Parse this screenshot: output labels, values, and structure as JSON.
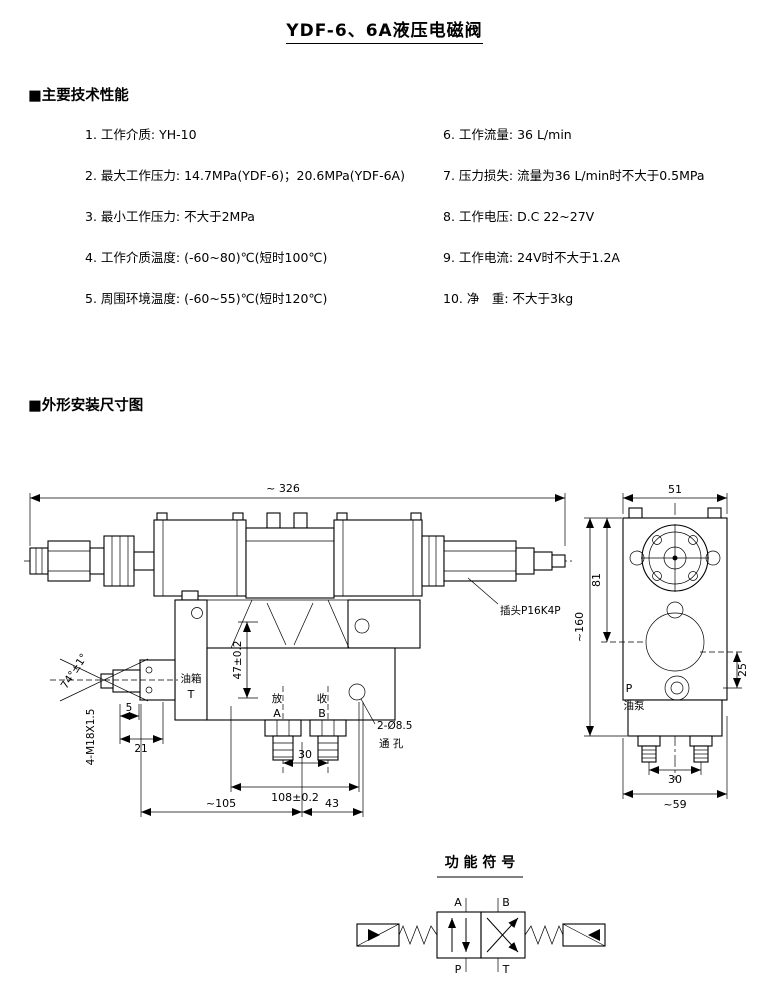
{
  "page": {
    "title": "YDF-6、6A液压电磁阀"
  },
  "specs": {
    "heading": "■主要技术性能",
    "left": [
      "1.  工作介质: YH-10",
      "2.  最大工作压力: 14.7MPa(YDF-6)；20.6MPa(YDF-6A)",
      "3.  最小工作压力: 不大于2MPa",
      "4.  工作介质温度: (-60~80)℃(短时100℃)",
      "5.  周围环境温度: (-60~55)℃(短时120℃)"
    ],
    "right": [
      "6.  工作流量: 36 L/min",
      "7.  压力损失: 流量为36 L/min时不大于0.5MPa",
      "8.  工作电压: D.C 22~27V",
      "9.  工作电流: 24V时不大于1.2A",
      "10. 净　重: 不大于3kg"
    ]
  },
  "drawing": {
    "heading": "■外形安装尺寸图",
    "front": {
      "dim_width": "~ 326",
      "plug": "插头P16K4P",
      "dim_47": "47±0.2",
      "cone": "74°±1°",
      "tank": "油箱",
      "tank_port": "T",
      "dim_5": "5",
      "dim_21": "21",
      "thread": "4-M18X1.5",
      "port_a_name": "放",
      "port_a": "A",
      "port_b_name": "收",
      "port_b": "B",
      "dim_30": "30",
      "dim_108": "108±0.2",
      "dim_105": "~105",
      "dim_43": "43",
      "holes_1": "2-Ø8.5",
      "holes_2": "通 孔"
    },
    "side": {
      "dim_51": "51",
      "dim_81": "81",
      "dim_160": "~160",
      "dim_25": "25",
      "port_p": "P",
      "pump": "油泵",
      "dim_30": "30",
      "dim_59": "~59"
    }
  },
  "symbol": {
    "heading": "功 能 符 号",
    "port_a": "A",
    "port_b": "B",
    "port_p": "P",
    "port_t": "T"
  }
}
